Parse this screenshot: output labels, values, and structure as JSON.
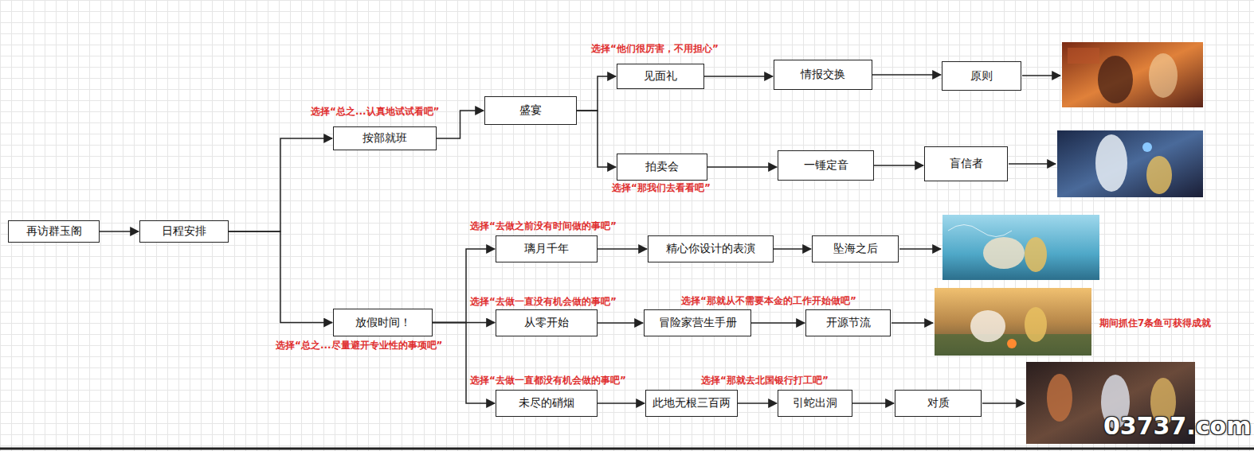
{
  "diagram": {
    "nodes": [
      {
        "text": [
          "再访群玉阁"
        ]
      },
      {
        "text": [
          "日程安排"
        ]
      },
      {
        "text": [
          "按部就班"
        ]
      },
      {
        "text": [
          "盛宴"
        ]
      },
      {
        "text": [
          "见面礼"
        ]
      },
      {
        "text": [
          "情报交换"
        ]
      },
      {
        "text": [
          "原则"
        ]
      },
      {
        "text": [
          "拍卖会"
        ]
      },
      {
        "text": [
          "一锤定音"
        ]
      },
      {
        "text": [
          "盲信者"
        ]
      },
      {
        "text": [
          "放假时间！"
        ]
      },
      {
        "text": [
          "璃月千年"
        ]
      },
      {
        "text": [
          "精心你设计的表演"
        ]
      },
      {
        "text": [
          "坠海之后"
        ]
      },
      {
        "text": [
          "从零开始"
        ]
      },
      {
        "text": [
          "冒险家营生手册"
        ]
      },
      {
        "text": [
          "开源节流"
        ]
      },
      {
        "text": [
          "未尽的硝烟"
        ]
      },
      {
        "text": [
          "此地无根三百两"
        ]
      },
      {
        "text": [
          "引蛇出洞"
        ]
      },
      {
        "text": [
          "对质"
        ]
      }
    ],
    "edges": [
      {
        "from": 0,
        "to": 1,
        "arrow": "to"
      },
      {
        "from": 1,
        "to": 2,
        "arrow": "to"
      },
      {
        "from": 1,
        "to": 10,
        "arrow": "to"
      },
      {
        "from": 2,
        "to": 3,
        "arrow": "to"
      },
      {
        "from": 3,
        "to": 4,
        "arrow": "to"
      },
      {
        "from": 3,
        "to": 7,
        "arrow": "to"
      },
      {
        "from": 4,
        "to": 5,
        "arrow": "to"
      },
      {
        "from": 5,
        "to": 6,
        "arrow": "to"
      },
      {
        "from": 7,
        "to": 8,
        "arrow": "to"
      },
      {
        "from": 8,
        "to": 9,
        "arrow": "to"
      },
      {
        "from": 10,
        "to": 11,
        "arrow": "to"
      },
      {
        "from": 10,
        "to": 14,
        "arrow": "to"
      },
      {
        "from": 10,
        "to": 17,
        "arrow": "to"
      },
      {
        "from": 11,
        "to": 12,
        "arrow": "to"
      },
      {
        "from": 12,
        "to": 13,
        "arrow": "to"
      },
      {
        "from": 14,
        "to": 15,
        "arrow": "to"
      },
      {
        "from": 15,
        "to": 16,
        "arrow": "to"
      },
      {
        "from": 17,
        "to": 18,
        "arrow": "to"
      },
      {
        "from": 18,
        "to": 19,
        "arrow": "to"
      },
      {
        "from": 19,
        "to": 20,
        "arrow": "to"
      }
    ],
    "labels": [
      "选择“总之...认真地试试看吧”",
      "选择“他们很厉害，不用担心”",
      "选择“那我们去看看吧”",
      "选择“去做之前没有时间做的事吧”",
      "选择“去做一直没有机会做的事吧”",
      "选择“那就从不需要本金的工作开始做吧”",
      "期间抓住7条鱼可获得成就",
      "选择“总之...尽量避开专业性的事项吧”",
      "选择“去做一直都没有机会做的事吧”",
      "选择“那就去北国银行打工吧”",
      "03737.com"
    ]
  }
}
